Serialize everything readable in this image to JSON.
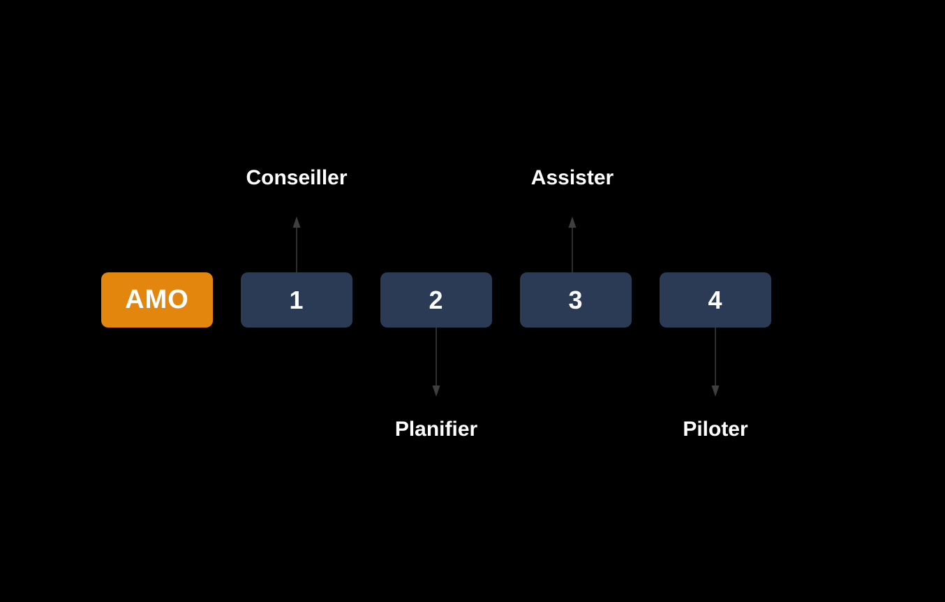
{
  "amo_box": {
    "label": "AMO"
  },
  "steps": [
    {
      "number": "1",
      "annotation": "Conseiller",
      "annotation_position": "above",
      "arrow_direction": "up"
    },
    {
      "number": "2",
      "annotation": "Planifier",
      "annotation_position": "below",
      "arrow_direction": "down"
    },
    {
      "number": "3",
      "annotation": "Assister",
      "annotation_position": "above",
      "arrow_direction": "up"
    },
    {
      "number": "4",
      "annotation": "Piloter",
      "annotation_position": "below",
      "arrow_direction": "down"
    }
  ],
  "colors": {
    "background": "#000000",
    "amo_box": "#E2860E",
    "step_box": "#2B3A55",
    "arrow": "#3C3C3C",
    "text": "#FFFFFF"
  }
}
